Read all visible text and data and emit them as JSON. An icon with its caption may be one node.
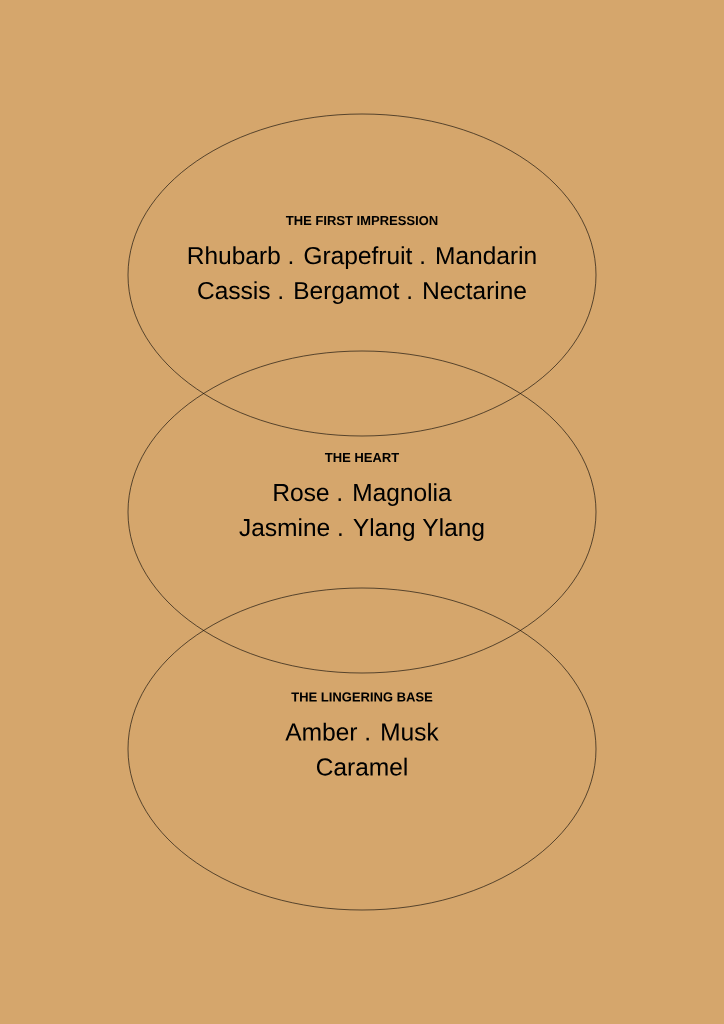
{
  "diagram": {
    "nodes": [
      {
        "text": [
          "THE FIRST IMPRESSION",
          "Rhubarb . Grapefruit . Mandarin Cassis . Bergamot . Nectarine"
        ]
      },
      {
        "text": [
          "THE HEART",
          "Rose . Magnolia Jasmine . Ylang Ylang"
        ]
      },
      {
        "text": [
          "THE LINGERING BASE",
          "Amber . Musk Caramel"
        ]
      }
    ]
  }
}
